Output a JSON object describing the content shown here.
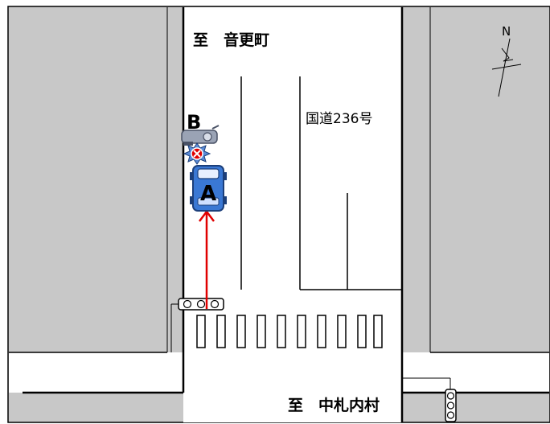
{
  "labels": {
    "north_destination": "至　音更町",
    "south_destination": "至　中札内村",
    "road_name": "国道236号",
    "vehicle_a": "A",
    "vehicle_b": "B",
    "north_arrow_letter": "N"
  },
  "colors": {
    "background_gray": "#c8c8c8",
    "road_white": "#ffffff",
    "line_black": "#000000",
    "car_blue": "#3a78d4",
    "path_red": "#e00000",
    "collision_red": "#e00000",
    "bike_gray": "#9aa3b5"
  },
  "icons": {
    "vehicle_a": "car-icon",
    "vehicle_b": "motorcycle-icon",
    "collision": "collision-mark-icon",
    "north": "north-arrow-icon",
    "signal_north": "traffic-signal-icon",
    "signal_south": "traffic-signal-icon"
  }
}
